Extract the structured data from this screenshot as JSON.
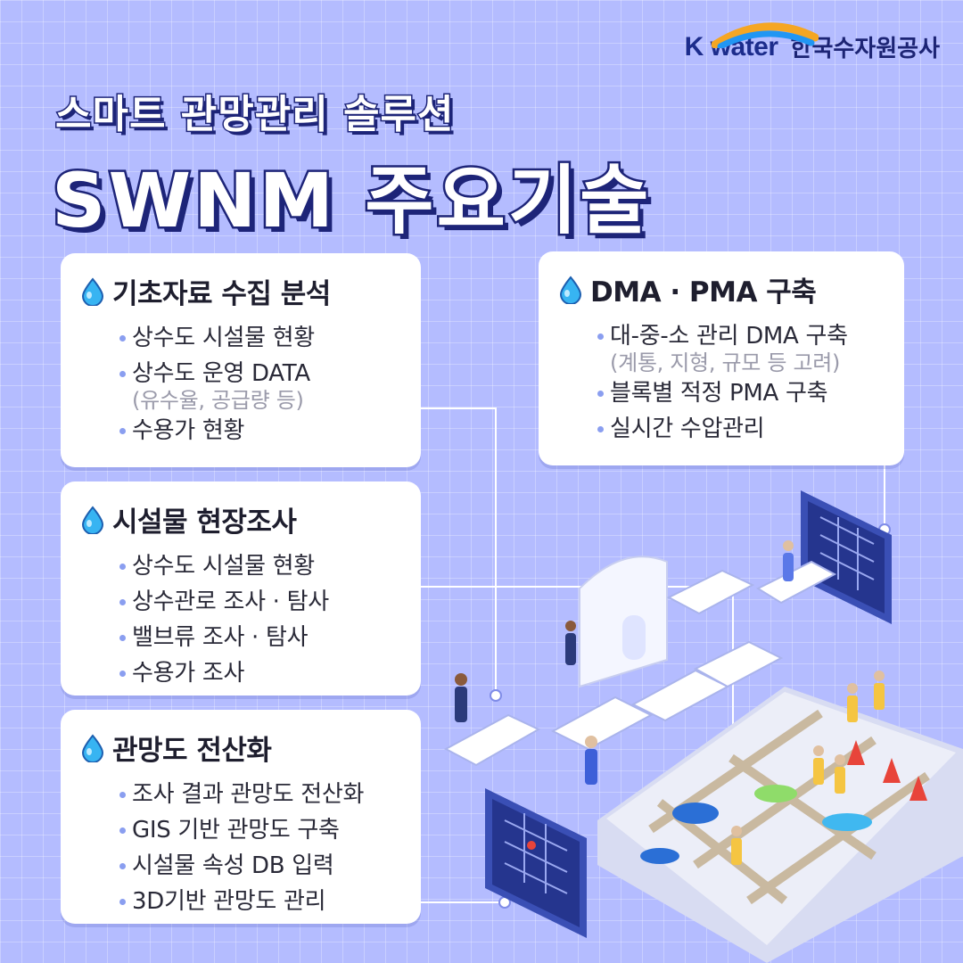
{
  "brand": {
    "logo_text": "K water",
    "org_name": "한국수자원공사",
    "colors": {
      "navy": "#1d2478",
      "blue": "#2196f3",
      "gold": "#f5a623",
      "background": "#b4bcff"
    }
  },
  "header": {
    "subtitle": "스마트 관망관리 솔루션",
    "title": "SWNM 주요기술"
  },
  "cards": [
    {
      "icon": "water-drop-icon",
      "title": "기초자료 수집 분석",
      "items": [
        {
          "text": "상수도 시설물 현황",
          "sub": ""
        },
        {
          "text": "상수도 운영 DATA",
          "sub": "(유수율, 공급량 등)"
        },
        {
          "text": "수용가 현황",
          "sub": ""
        }
      ]
    },
    {
      "icon": "water-drop-icon",
      "title": "시설물 현장조사",
      "items": [
        {
          "text": "상수도 시설물 현황"
        },
        {
          "text": "상수관로 조사 · 탐사"
        },
        {
          "text": "밸브류 조사 · 탐사"
        },
        {
          "text": "수용가 조사"
        }
      ]
    },
    {
      "icon": "water-drop-icon",
      "title": "관망도 전산화",
      "items": [
        {
          "text": "조사 결과 관망도 전산화"
        },
        {
          "text": "GIS 기반 관망도 구축"
        },
        {
          "text": "시설물 속성 DB 입력"
        },
        {
          "text": "3D기반 관망도 관리"
        }
      ]
    },
    {
      "icon": "water-drop-icon",
      "title": "DMA · PMA 구축",
      "items": [
        {
          "text": "대-중-소 관리 DMA 구축",
          "sub": "(계통, 지형, 규모 등 고려)"
        },
        {
          "text": "블록별 적정 PMA 구축",
          "sub": ""
        },
        {
          "text": "실시간 수압관리",
          "sub": ""
        }
      ]
    }
  ],
  "illustration": {
    "description_icon": "smart-water-control-center-illustration"
  }
}
